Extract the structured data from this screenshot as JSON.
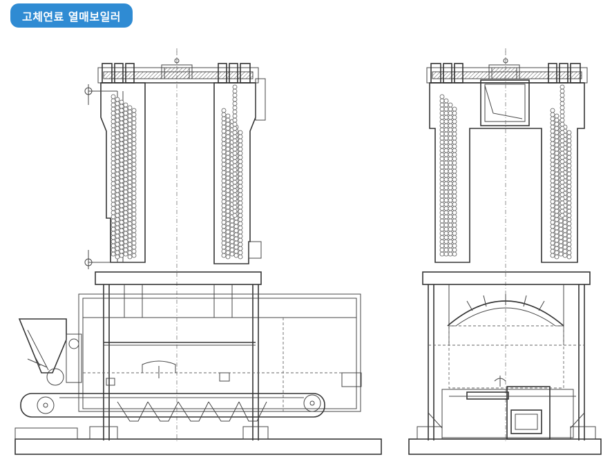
{
  "title": "고체연료 열매보일러",
  "colors": {
    "badge": "#2f8bd3",
    "badge_text": "#ffffff",
    "line": "#444444",
    "background": "#ffffff"
  },
  "views": [
    "side-view",
    "front-view"
  ]
}
